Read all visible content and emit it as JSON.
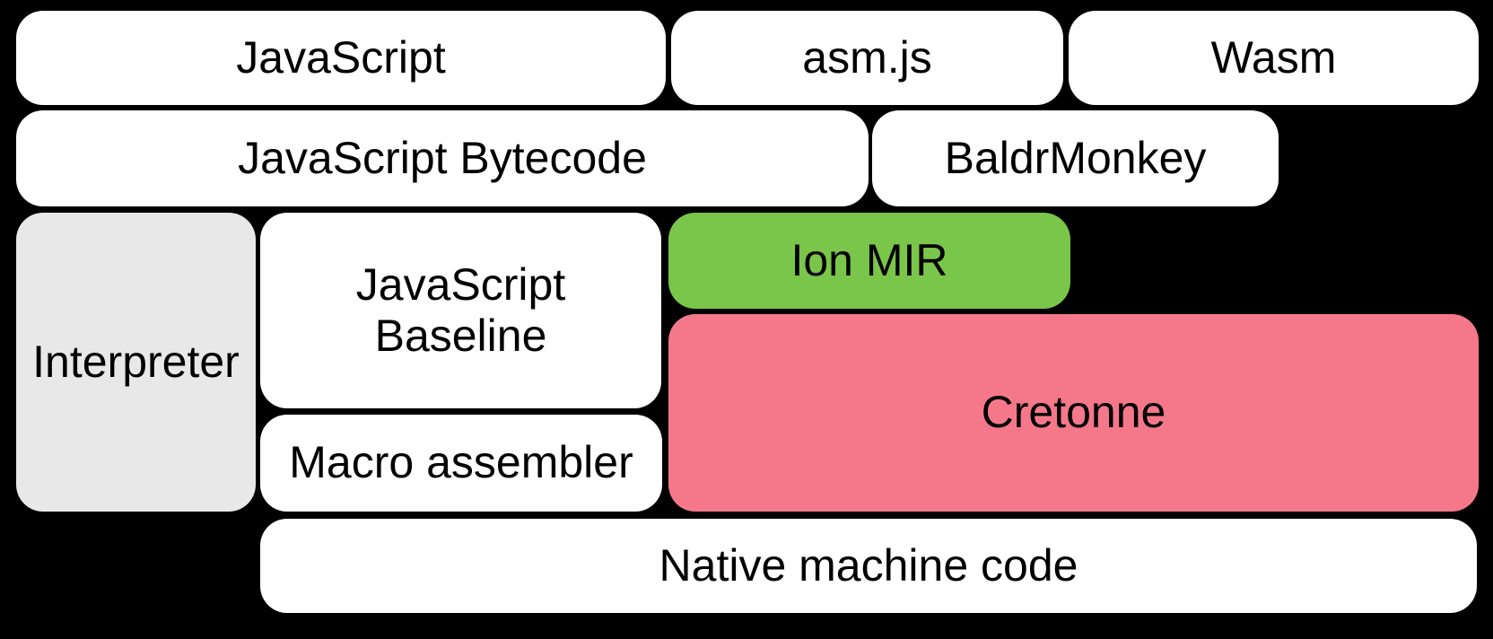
{
  "diagram": {
    "background": "#000000",
    "text_color": "#000000",
    "nodes": [
      {
        "label": "JavaScript",
        "fill": "#ffffff"
      },
      {
        "label": "asm.js",
        "fill": "#ffffff"
      },
      {
        "label": "Wasm",
        "fill": "#ffffff"
      },
      {
        "label": "JavaScript Bytecode",
        "fill": "#ffffff"
      },
      {
        "label": "BaldrMonkey",
        "fill": "#ffffff"
      },
      {
        "label": "Interpreter",
        "fill": "#e8e8e8"
      },
      {
        "label": "JavaScript\nBaseline",
        "fill": "#ffffff"
      },
      {
        "label": "Ion MIR",
        "fill": "#7ac64a"
      },
      {
        "label": "Cretonne",
        "fill": "#f5788a"
      },
      {
        "label": "Macro assembler",
        "fill": "#ffffff"
      },
      {
        "label": "Native machine code",
        "fill": "#ffffff"
      }
    ]
  }
}
